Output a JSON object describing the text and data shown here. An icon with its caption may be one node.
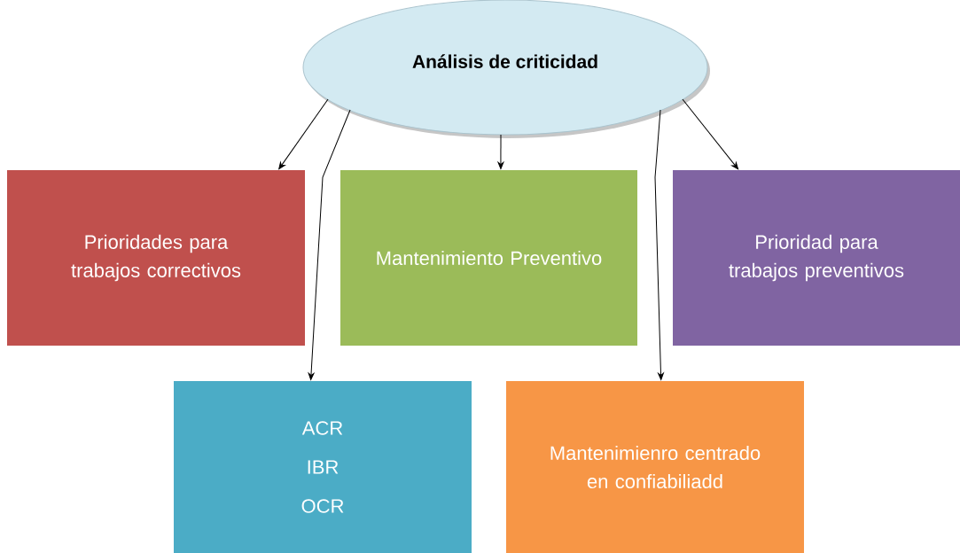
{
  "diagram": {
    "nodes": [
      {
        "text": [
          "Análisis de criticidad"
        ]
      },
      {
        "text": [
          "Prioridades para trabajos correctivos"
        ]
      },
      {
        "text": [
          "Mantenimiento Preventivo"
        ]
      },
      {
        "text": [
          "Prioridad para trabajos preventivos"
        ]
      },
      {
        "text": [
          "ACR",
          "IBR",
          "OCR"
        ]
      },
      {
        "text": [
          "Mantenimienro centrado en confiabiliadd"
        ]
      }
    ],
    "edges": [
      {
        "from": 0,
        "to": 1,
        "arrow": "to"
      },
      {
        "from": 0,
        "to": 4,
        "arrow": "to"
      },
      {
        "from": 0,
        "to": 2,
        "arrow": "to"
      },
      {
        "from": 0,
        "to": 5,
        "arrow": "to"
      },
      {
        "from": 0,
        "to": 3,
        "arrow": "to"
      }
    ]
  }
}
